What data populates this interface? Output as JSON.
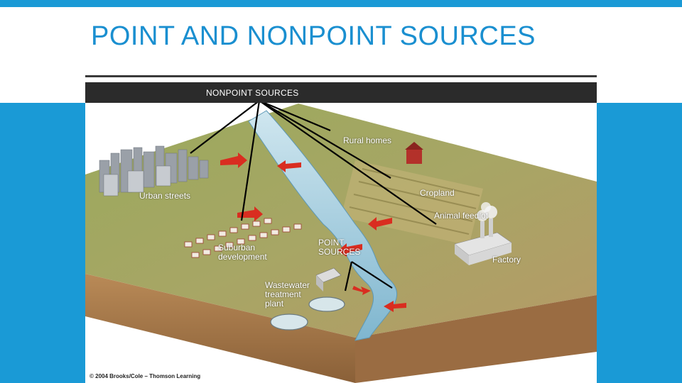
{
  "slide": {
    "title": "POINT AND NONPOINT SOURCES",
    "accent_color": "#1a9ad6",
    "title_color": "#1a8fd0"
  },
  "diagram": {
    "header": "NONPOINT SOURCES",
    "labels": {
      "rural_homes": "Rural homes",
      "urban_streets": "Urban streets",
      "cropland": "Cropland",
      "animal_feedlot": "Animal feedlot",
      "suburban_line1": "Suburban",
      "suburban_line2": "development",
      "point_line1": "POINT",
      "point_line2": "SOURCES",
      "factory": "Factory",
      "wastewater_line1": "Wastewater",
      "wastewater_line2": "treatment",
      "wastewater_line3": "plant"
    },
    "copyright": "© 2004 Brooks/Cole – Thomson Learning"
  }
}
